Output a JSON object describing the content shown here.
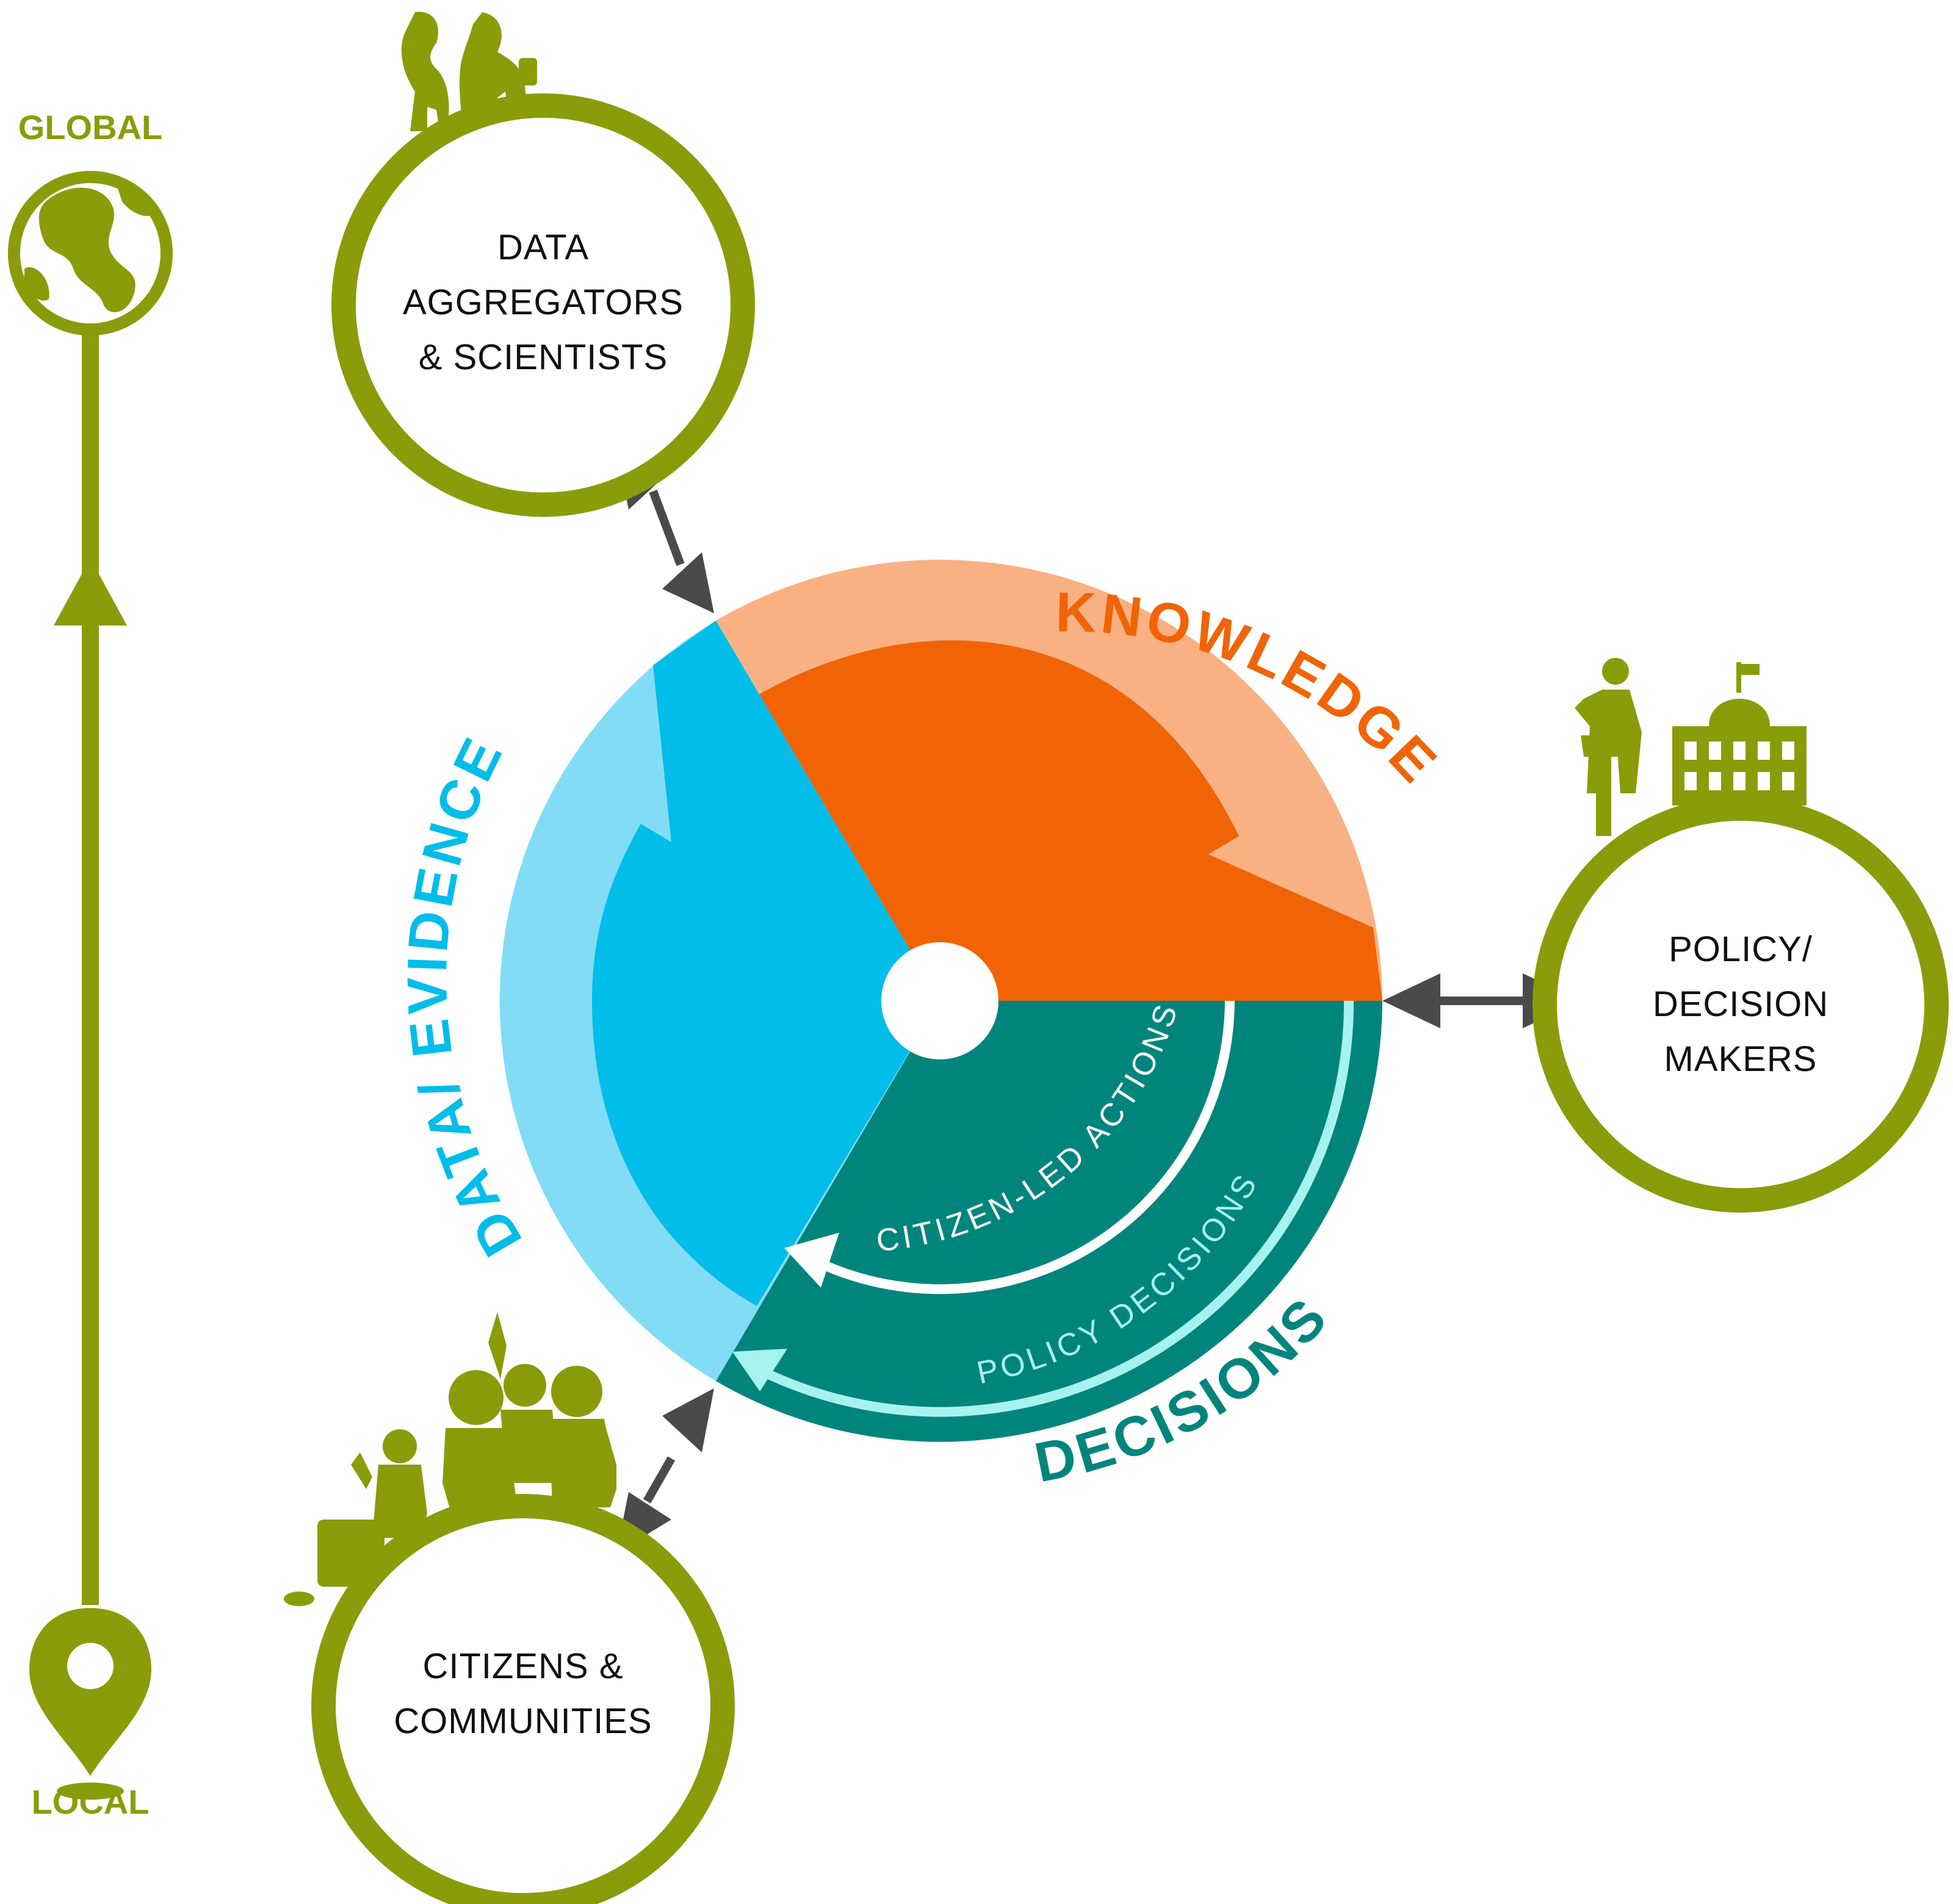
{
  "scale": {
    "top_label": "GLOBAL",
    "bottom_label": "LOCAL",
    "color": "#8a9c0a"
  },
  "cycle": {
    "knowledge_label": "KNOWLEDGE",
    "data_evidence_label": "DATA/ EVIDENCE",
    "decisions_label": "DECISIONS",
    "citizen_led_label": "CITIZEN-LED ACTIONS",
    "policy_decisions_label": "POLICY DECISIONS",
    "colors": {
      "knowledge_light": "#f9b183",
      "knowledge_dark": "#f06405",
      "data_light": "#82dcf6",
      "data_dark": "#00bde9",
      "decisions_dark": "#00857d",
      "policy_arrow": "#a6f2ee"
    }
  },
  "stakeholders": {
    "scientists": {
      "line1": "DATA",
      "line2": "AGGREGATORS",
      "line3": "& SCIENTISTS"
    },
    "policy": {
      "line1": "POLICY/",
      "line2": "DECISION",
      "line3": "MAKERS"
    },
    "citizens": {
      "line1": "CITIZENS &",
      "line2": "COMMUNITIES"
    }
  }
}
